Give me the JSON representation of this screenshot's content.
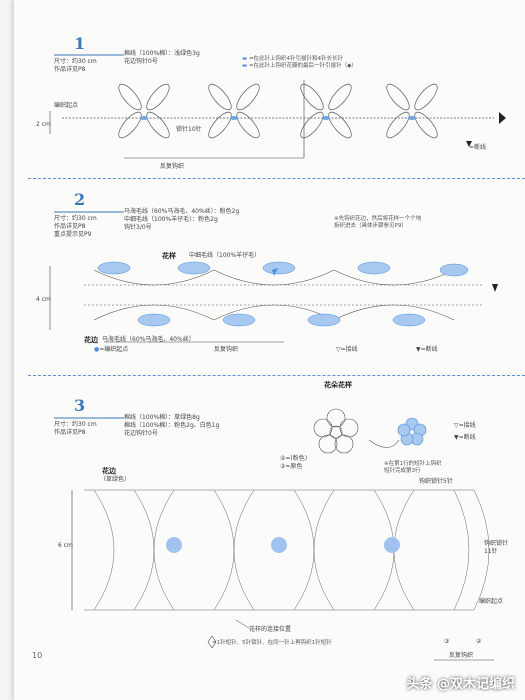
{
  "section1": {
    "number": "1",
    "specs": [
      "尺寸：约30 cm",
      "作品详见P8"
    ],
    "materials": [
      "棉线（100%棉）：浅绿色3g",
      "花边钩针0号"
    ],
    "legend": [
      "=在此针上钩织4针引拔针和4针长长针",
      "=在此针上钩织花瓣的最后一针引拔针（◆）"
    ],
    "start_label": "编织起点",
    "height_label": "2 cm",
    "chain_label": "锁针10针",
    "repeat_label": "反复钩织",
    "cut_label": "=断线"
  },
  "section2": {
    "number": "2",
    "specs": [
      "尺寸：约30 cm",
      "作品详见P8",
      "重点提示见P9"
    ],
    "materials": [
      "马海毛线（60%马海毛、40%丝）：粉色2g",
      "中细毛线（100%羊仔毛）：粉色2g",
      "钩针3/0号"
    ],
    "note": [
      "※先钩织花边，然后将花样一个个地",
      "拆织进去（具体步骤参见P9）"
    ],
    "pattern_label": "花样",
    "pattern_yarn": "中细毛线（100%羊仔毛）",
    "height_label": "4 cm",
    "edge_label": "花边",
    "edge_yarn": "马海毛线（60%马海毛、40%丝）",
    "start_label": "=编织起点",
    "repeat_label": "反复钩织",
    "join_label": "=接线",
    "cut_label": "=断线"
  },
  "section3": {
    "number": "3",
    "specs": [
      "尺寸：约30 cm",
      "作品详见P8"
    ],
    "materials": [
      "棉线（100%棉）：草绿色8g",
      "棉线（100%棉）：粉色2g、白色1g",
      "花边钩针0号"
    ],
    "flower_title": "花朵花样",
    "flower_colors": [
      "②=(粉色)",
      "③=原色"
    ],
    "join_label": "=接线",
    "cut_label": "=断线",
    "note": [
      "※在第1行的短针上钩织",
      "短针完成第3行"
    ],
    "chain_label": "钩织锁针5针",
    "edge_label": "花边",
    "edge_color": "（草绿色）",
    "height_label": "6 cm",
    "right_label": "钩织锁针11针",
    "start_label": "编织起点",
    "join_pos_label": "花样的连接位置",
    "stitch_note": "=1针短针、5针锁针、在同一针上再钩织1针短针",
    "repeat_label": "反复钩织",
    "rows": [
      "③",
      "②"
    ]
  },
  "page": {
    "number": "10",
    "watermark": "头条 @双木记编织"
  }
}
